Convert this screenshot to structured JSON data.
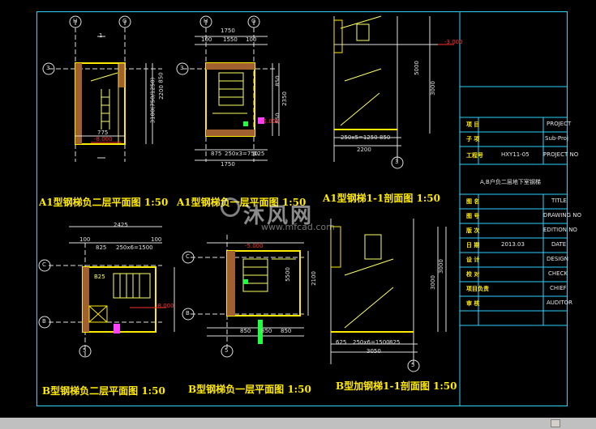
{
  "colors": {
    "background": "#000000",
    "frame": "#2ad4ff",
    "title_text": "#ffea00",
    "wall": "#ffea00",
    "dim": "#e0e0e0",
    "axis": "#e0e0e0",
    "accent_red": "#ff3030",
    "stair": "#ffff66",
    "magenta": "#ff40ff",
    "green": "#20ff40"
  },
  "views": {
    "a1_2f_plan": {
      "title": "A1型钢梯负二层平面图 1:50",
      "axis_top": [
        "H",
        "G"
      ],
      "axis_left": "3",
      "section": "1",
      "dims": [
        "775",
        "2200",
        "850",
        "3100(750/1250)",
        "-8.000"
      ]
    },
    "a1_1f_plan": {
      "title": "A1型钢梯负一层平面图 1:50",
      "axis_top": [
        "H",
        "G"
      ],
      "axis_left": "3",
      "dims_top": [
        "1750",
        "100",
        "1550",
        "100"
      ],
      "dims_bottom": [
        "875",
        "250x3=750",
        "125",
        "1750"
      ],
      "dims_right": [
        "850",
        "2350",
        "850"
      ],
      "level": "-5.000"
    },
    "a1_section": {
      "title": "A1型钢梯1-1剖面图 1:50",
      "axis_bottom": "3",
      "dims_bottom": [
        "250x5=1250",
        "850",
        "2200"
      ],
      "dims_right": [
        "3000",
        "5000"
      ],
      "level": "-3.000"
    },
    "b_2f_plan": {
      "title": "B型钢梯负二层平面图 1:50",
      "axis_left": [
        "C",
        "B"
      ],
      "axis_bottom": "5",
      "dims_top": [
        "2425",
        "100",
        "825",
        "250x6=1500",
        "100"
      ],
      "dims": [
        "B25"
      ],
      "level": "-8.000"
    },
    "b_1f_plan": {
      "title": "B型钢梯负一层平面图 1:50",
      "axis_left": [
        "C",
        "B"
      ],
      "axis_bottom": "5",
      "dims_bottom": [
        "850",
        "850",
        "850"
      ],
      "dims_right": [
        "2100",
        "5500"
      ],
      "level": "-5.000"
    },
    "b_section": {
      "title": "B型加钢梯1-1剖面图 1:50",
      "axis_bottom": "5",
      "dims_bottom": [
        "625",
        "250x6=1500",
        "825",
        "3050"
      ],
      "dims_right": [
        "3000",
        "3000"
      ]
    }
  },
  "title_block": {
    "rows": [
      {
        "k": "项 目",
        "v": "PROJECT"
      },
      {
        "k": "子 项",
        "v": "Sub-Proj"
      },
      {
        "k": "工程号",
        "v": "HXY11-05",
        "v2": "PROJECT NO"
      },
      {
        "k": "",
        "v": "A,B户负二层地下室钢梯"
      },
      {
        "k": "图 名",
        "v": "TITLE"
      },
      {
        "k": "图 号",
        "v": "DRAWING NO"
      },
      {
        "k": "版 次",
        "v": "EDITION NO"
      },
      {
        "k": "日 期",
        "v": "2013.03",
        "v2": "DATE"
      },
      {
        "k": "设 计",
        "v": "DESIGN"
      },
      {
        "k": "校 对",
        "v": "CHECK"
      },
      {
        "k": "项目负责",
        "v": "CHIEF"
      },
      {
        "k": "审 核",
        "v": "AUDITOR"
      }
    ]
  },
  "watermark": {
    "text": "沐风网",
    "url": "www.mfcad.com"
  }
}
